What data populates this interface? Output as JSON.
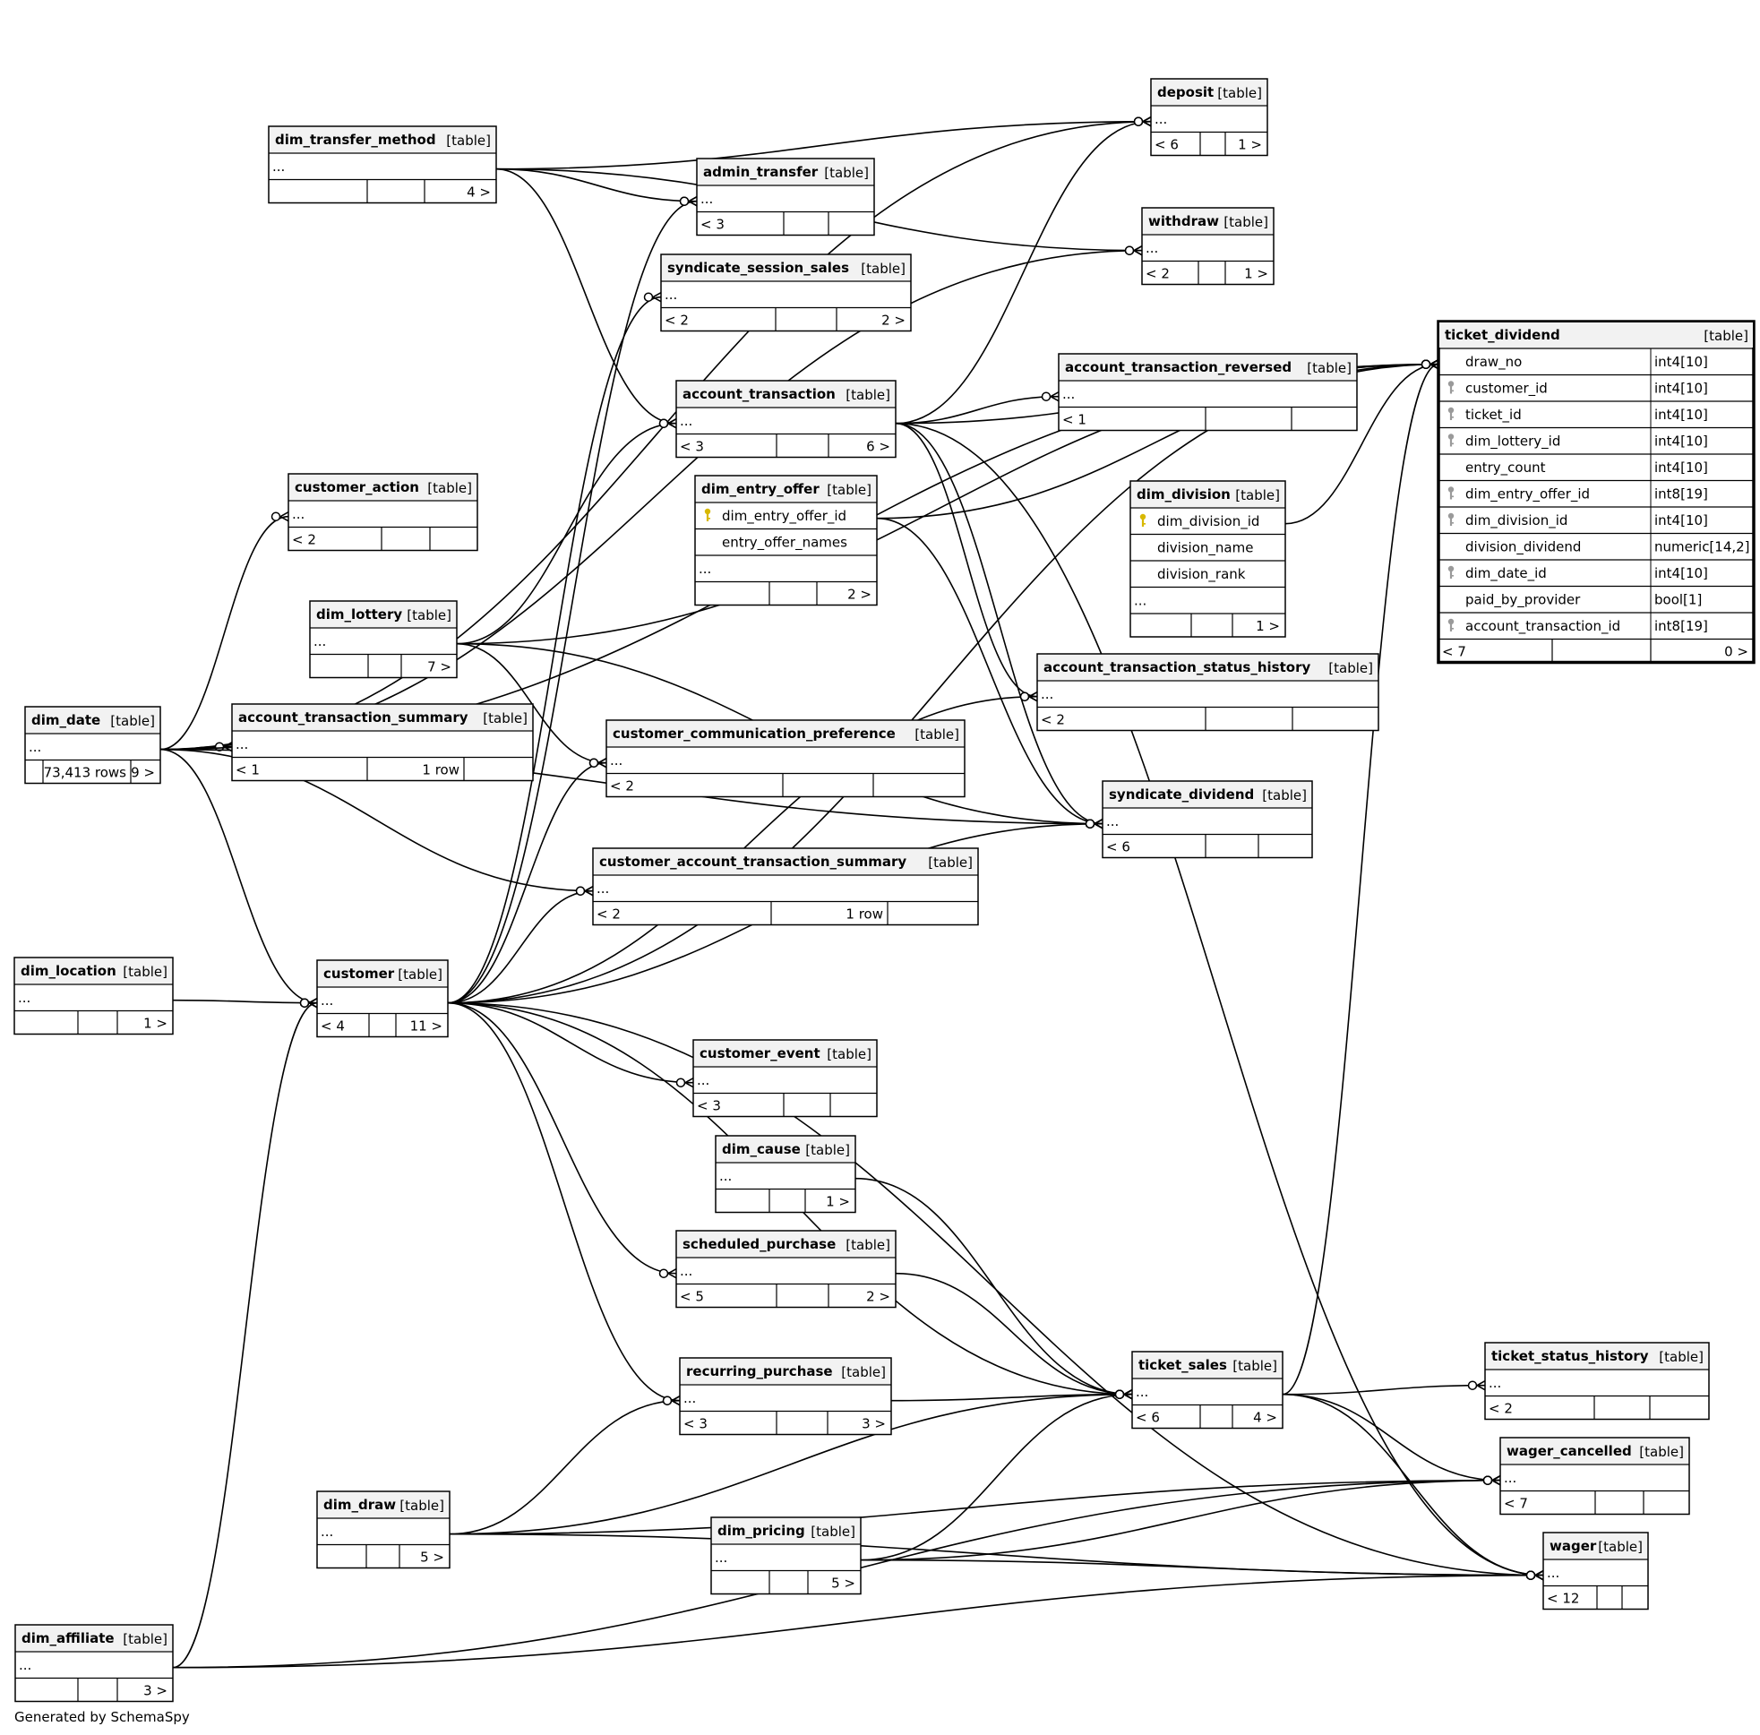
{
  "footer": "Generated by SchemaSpy",
  "tables": [
    {
      "id": "deposit",
      "name": "deposit",
      "type": "[table]",
      "rows": [
        "..."
      ],
      "footer": [
        "< 6",
        "",
        "1 >"
      ]
    },
    {
      "id": "dim_transfer_method",
      "name": "dim_transfer_method",
      "type": "[table]",
      "rows": [
        "..."
      ],
      "footer": [
        "",
        "",
        "4 >"
      ]
    },
    {
      "id": "admin_transfer",
      "name": "admin_transfer",
      "type": "[table]",
      "rows": [
        "..."
      ],
      "footer": [
        "< 3",
        "",
        ""
      ]
    },
    {
      "id": "withdraw",
      "name": "withdraw",
      "type": "[table]",
      "rows": [
        "..."
      ],
      "footer": [
        "< 2",
        "",
        "1 >"
      ]
    },
    {
      "id": "syndicate_session_sales",
      "name": "syndicate_session_sales",
      "type": "[table]",
      "rows": [
        "..."
      ],
      "footer": [
        "< 2",
        "",
        "2 >"
      ]
    },
    {
      "id": "ticket_dividend",
      "name": "ticket_dividend",
      "type": "[table]",
      "focus": true,
      "columns": [
        {
          "name": "draw_no",
          "type": "int4[10]",
          "key": ""
        },
        {
          "name": "customer_id",
          "type": "int4[10]",
          "key": "fk"
        },
        {
          "name": "ticket_id",
          "type": "int4[10]",
          "key": "fk"
        },
        {
          "name": "dim_lottery_id",
          "type": "int4[10]",
          "key": "fk"
        },
        {
          "name": "entry_count",
          "type": "int4[10]",
          "key": ""
        },
        {
          "name": "dim_entry_offer_id",
          "type": "int8[19]",
          "key": "fk"
        },
        {
          "name": "dim_division_id",
          "type": "int4[10]",
          "key": "fk"
        },
        {
          "name": "division_dividend",
          "type": "numeric[14,2]",
          "key": ""
        },
        {
          "name": "dim_date_id",
          "type": "int4[10]",
          "key": "fk"
        },
        {
          "name": "paid_by_provider",
          "type": "bool[1]",
          "key": ""
        },
        {
          "name": "account_transaction_id",
          "type": "int8[19]",
          "key": "fk"
        }
      ],
      "footer": [
        "< 7",
        "",
        "0 >"
      ]
    },
    {
      "id": "account_transaction_reversed",
      "name": "account_transaction_reversed",
      "type": "[table]",
      "rows": [
        "..."
      ],
      "footer": [
        "< 1",
        "",
        ""
      ]
    },
    {
      "id": "account_transaction",
      "name": "account_transaction",
      "type": "[table]",
      "rows": [
        "..."
      ],
      "footer": [
        "< 3",
        "",
        "6 >"
      ]
    },
    {
      "id": "customer_action",
      "name": "customer_action",
      "type": "[table]",
      "rows": [
        "..."
      ],
      "footer": [
        "< 2",
        "",
        ""
      ]
    },
    {
      "id": "dim_entry_offer",
      "name": "dim_entry_offer",
      "type": "[table]",
      "columns": [
        {
          "name": "dim_entry_offer_id",
          "key": "pk"
        },
        {
          "name": "entry_offer_names",
          "key": ""
        }
      ],
      "rows": [
        "..."
      ],
      "footer": [
        "",
        "",
        "2 >"
      ]
    },
    {
      "id": "dim_division",
      "name": "dim_division",
      "type": "[table]",
      "columns": [
        {
          "name": "dim_division_id",
          "key": "pk"
        },
        {
          "name": "division_name",
          "key": ""
        },
        {
          "name": "division_rank",
          "key": ""
        }
      ],
      "rows": [
        "..."
      ],
      "footer": [
        "",
        "",
        "1 >"
      ]
    },
    {
      "id": "dim_lottery",
      "name": "dim_lottery",
      "type": "[table]",
      "rows": [
        "..."
      ],
      "footer": [
        "",
        "",
        "7 >"
      ]
    },
    {
      "id": "account_transaction_status_history",
      "name": "account_transaction_status_history",
      "type": "[table]",
      "rows": [
        "..."
      ],
      "footer": [
        "< 2",
        "",
        ""
      ]
    },
    {
      "id": "dim_date",
      "name": "dim_date",
      "type": "[table]",
      "rows": [
        "..."
      ],
      "footer": [
        "",
        "73,413 rows",
        "9 >"
      ]
    },
    {
      "id": "account_transaction_summary",
      "name": "account_transaction_summary",
      "type": "[table]",
      "rows": [
        "..."
      ],
      "footer": [
        "< 1",
        "1 row",
        ""
      ]
    },
    {
      "id": "customer_communication_preference",
      "name": "customer_communication_preference",
      "type": "[table]",
      "rows": [
        "..."
      ],
      "footer": [
        "< 2",
        "",
        ""
      ]
    },
    {
      "id": "syndicate_dividend",
      "name": "syndicate_dividend",
      "type": "[table]",
      "rows": [
        "..."
      ],
      "footer": [
        "< 6",
        "",
        ""
      ]
    },
    {
      "id": "customer_account_transaction_summary",
      "name": "customer_account_transaction_summary",
      "type": "[table]",
      "rows": [
        "..."
      ],
      "footer": [
        "< 2",
        "1 row",
        ""
      ]
    },
    {
      "id": "dim_location",
      "name": "dim_location",
      "type": "[table]",
      "rows": [
        "..."
      ],
      "footer": [
        "",
        "",
        "1 >"
      ]
    },
    {
      "id": "customer",
      "name": "customer",
      "type": "[table]",
      "rows": [
        "..."
      ],
      "footer": [
        "< 4",
        "",
        "11 >"
      ]
    },
    {
      "id": "customer_event",
      "name": "customer_event",
      "type": "[table]",
      "rows": [
        "..."
      ],
      "footer": [
        "< 3",
        "",
        ""
      ]
    },
    {
      "id": "dim_cause",
      "name": "dim_cause",
      "type": "[table]",
      "rows": [
        "..."
      ],
      "footer": [
        "",
        "",
        "1 >"
      ]
    },
    {
      "id": "scheduled_purchase",
      "name": "scheduled_purchase",
      "type": "[table]",
      "rows": [
        "..."
      ],
      "footer": [
        "< 5",
        "",
        "2 >"
      ]
    },
    {
      "id": "ticket_status_history",
      "name": "ticket_status_history",
      "type": "[table]",
      "rows": [
        "..."
      ],
      "footer": [
        "< 2",
        "",
        ""
      ]
    },
    {
      "id": "ticket_sales",
      "name": "ticket_sales",
      "type": "[table]",
      "rows": [
        "..."
      ],
      "footer": [
        "< 6",
        "",
        "4 >"
      ]
    },
    {
      "id": "recurring_purchase",
      "name": "recurring_purchase",
      "type": "[table]",
      "rows": [
        "..."
      ],
      "footer": [
        "< 3",
        "",
        "3 >"
      ]
    },
    {
      "id": "wager_cancelled",
      "name": "wager_cancelled",
      "type": "[table]",
      "rows": [
        "..."
      ],
      "footer": [
        "< 7",
        "",
        ""
      ]
    },
    {
      "id": "dim_draw",
      "name": "dim_draw",
      "type": "[table]",
      "rows": [
        "..."
      ],
      "footer": [
        "",
        "",
        "5 >"
      ]
    },
    {
      "id": "dim_pricing",
      "name": "dim_pricing",
      "type": "[table]",
      "rows": [
        "..."
      ],
      "footer": [
        "",
        "",
        "5 >"
      ]
    },
    {
      "id": "wager",
      "name": "wager",
      "type": "[table]",
      "rows": [
        "..."
      ],
      "footer": [
        "< 12",
        "",
        ""
      ]
    },
    {
      "id": "dim_affiliate",
      "name": "dim_affiliate",
      "type": "[table]",
      "rows": [
        "..."
      ],
      "footer": [
        "",
        "",
        "3 >"
      ]
    }
  ],
  "relationships": [
    [
      "dim_date",
      "deposit"
    ],
    [
      "dim_date",
      "withdraw"
    ],
    [
      "dim_date",
      "customer_action"
    ],
    [
      "dim_date",
      "account_transaction_summary"
    ],
    [
      "dim_date",
      "customer"
    ],
    [
      "dim_date",
      "syndicate_dividend"
    ],
    [
      "dim_date",
      "customer_account_transaction_summary"
    ],
    [
      "dim_date",
      "ticket_dividend"
    ],
    [
      "dim_transfer_method",
      "deposit"
    ],
    [
      "dim_transfer_method",
      "admin_transfer"
    ],
    [
      "dim_transfer_method",
      "withdraw"
    ],
    [
      "dim_transfer_method",
      "account_transaction"
    ],
    [
      "account_transaction",
      "deposit"
    ],
    [
      "account_transaction",
      "account_transaction_reversed"
    ],
    [
      "account_transaction",
      "account_transaction_status_history"
    ],
    [
      "account_transaction",
      "syndicate_dividend"
    ],
    [
      "account_transaction",
      "ticket_dividend"
    ],
    [
      "account_transaction",
      "wager"
    ],
    [
      "dim_lottery",
      "account_transaction"
    ],
    [
      "dim_lottery",
      "customer_communication_preference"
    ],
    [
      "dim_lottery",
      "syndicate_dividend"
    ],
    [
      "dim_lottery",
      "ticket_dividend"
    ],
    [
      "dim_entry_offer",
      "ticket_dividend"
    ],
    [
      "dim_entry_offer",
      "syndicate_dividend"
    ],
    [
      "dim_division",
      "ticket_dividend"
    ],
    [
      "customer",
      "admin_transfer"
    ],
    [
      "customer",
      "syndicate_session_sales"
    ],
    [
      "customer",
      "customer_communication_preference"
    ],
    [
      "customer",
      "customer_account_transaction_summary"
    ],
    [
      "customer",
      "customer_event"
    ],
    [
      "customer",
      "scheduled_purchase"
    ],
    [
      "customer",
      "recurring_purchase"
    ],
    [
      "customer",
      "ticket_sales"
    ],
    [
      "customer",
      "wager"
    ],
    [
      "customer",
      "syndicate_dividend"
    ],
    [
      "customer",
      "ticket_dividend"
    ],
    [
      "customer",
      "account_transaction_status_history"
    ],
    [
      "dim_location",
      "customer"
    ],
    [
      "dim_affiliate",
      "customer"
    ],
    [
      "dim_affiliate",
      "wager_cancelled"
    ],
    [
      "dim_affiliate",
      "wager"
    ],
    [
      "dim_cause",
      "ticket_sales"
    ],
    [
      "scheduled_purchase",
      "ticket_sales"
    ],
    [
      "recurring_purchase",
      "ticket_sales"
    ],
    [
      "dim_draw",
      "recurring_purchase"
    ],
    [
      "dim_draw",
      "ticket_sales"
    ],
    [
      "dim_draw",
      "wager"
    ],
    [
      "dim_draw",
      "wager_cancelled"
    ],
    [
      "dim_pricing",
      "ticket_sales"
    ],
    [
      "dim_pricing",
      "wager_cancelled"
    ],
    [
      "dim_pricing",
      "wager"
    ],
    [
      "ticket_sales",
      "ticket_status_history"
    ],
    [
      "ticket_sales",
      "wager_cancelled"
    ],
    [
      "ticket_sales",
      "wager"
    ],
    [
      "ticket_sales",
      "ticket_dividend"
    ]
  ]
}
